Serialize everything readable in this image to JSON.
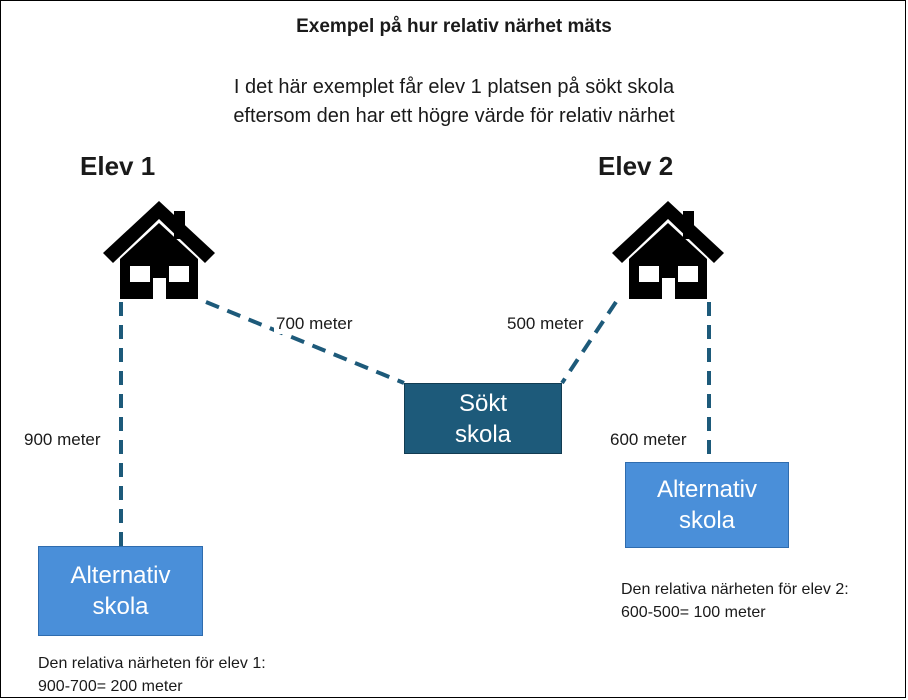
{
  "title": "Exempel på hur relativ närhet mäts",
  "intro": {
    "line1": "I det här exemplet får elev 1 platsen på sökt skola",
    "line2": "eftersom den har ett högre värde för relativ närhet"
  },
  "students": [
    {
      "label": "Elev 1"
    },
    {
      "label": "Elev 2"
    }
  ],
  "distances": {
    "elev1_to_sokt": "700 meter",
    "elev2_to_sokt": "500 meter",
    "elev1_to_alt": "900 meter",
    "elev2_to_alt": "600 meter"
  },
  "schools": {
    "sokt": "Sökt\nskola",
    "alt1": "Alternativ\nskola",
    "alt2": "Alternativ\nskola"
  },
  "notes": {
    "elev1": {
      "line1": "Den relativa närheten för elev 1:",
      "line2": "900-700= 200 meter"
    },
    "elev2": {
      "line1": "Den relativa närheten för elev 2:",
      "line2": "600-500= 100 meter"
    }
  },
  "colors": {
    "dashed_line": "#1d5a7a",
    "sokt_box": "#1d5a7a",
    "alt_box": "#4a8fd9",
    "house": "#000000"
  },
  "icons": [
    "house-icon",
    "house-icon"
  ]
}
